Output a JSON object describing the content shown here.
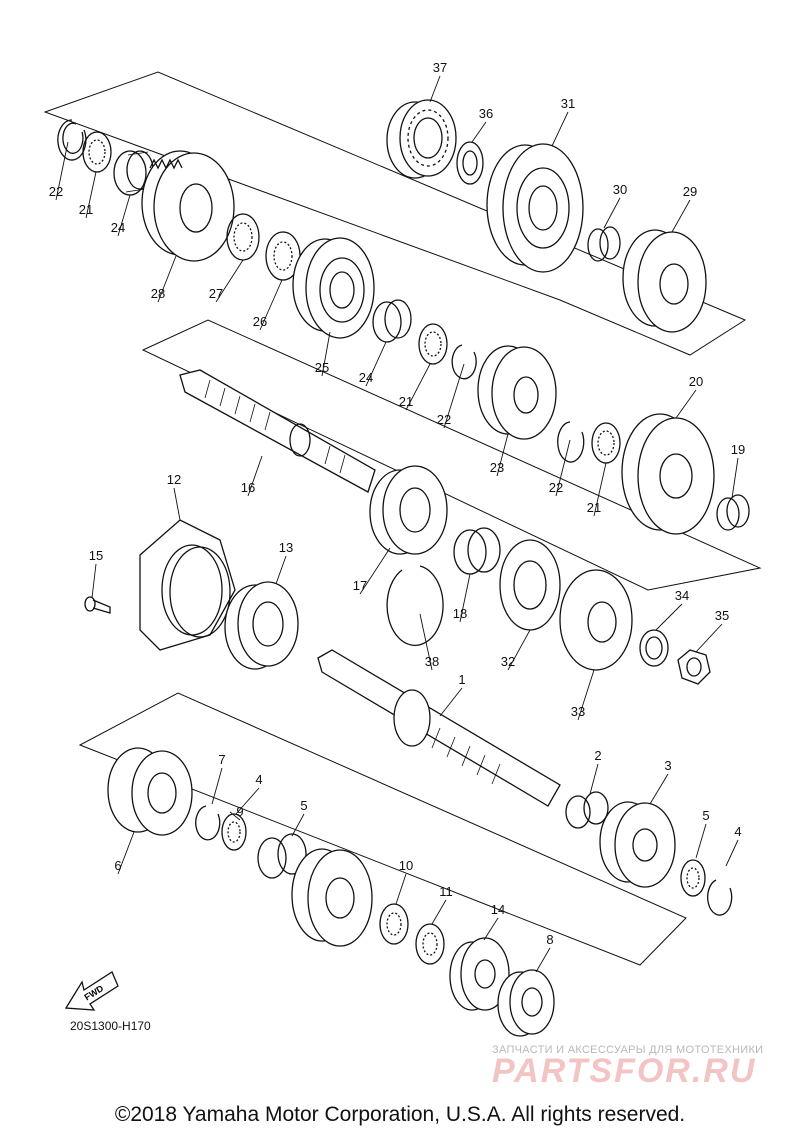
{
  "diagram": {
    "drawing_code": "20S1300-H170",
    "fwd_label": "FWD",
    "copyright": "©2018 Yamaha Motor Corporation, U.S.A. All rights reserved.",
    "watermark": {
      "tagline": "ЗАПЧАСТИ И АКСЕССУАРЫ ДЛЯ МОТОТЕХНИКИ",
      "logo": "PARTSFOR.RU"
    },
    "callouts": [
      "37",
      "36",
      "31",
      "30",
      "29",
      "22",
      "21",
      "24",
      "28",
      "27",
      "26",
      "25",
      "24",
      "21",
      "22",
      "23",
      "20",
      "19",
      "22",
      "21",
      "16",
      "12",
      "17",
      "13",
      "15",
      "18",
      "32",
      "34",
      "35",
      "38",
      "33",
      "1",
      "2",
      "3",
      "5",
      "4",
      "6",
      "7",
      "4",
      "5",
      "9",
      "10",
      "11",
      "14",
      "8"
    ]
  }
}
